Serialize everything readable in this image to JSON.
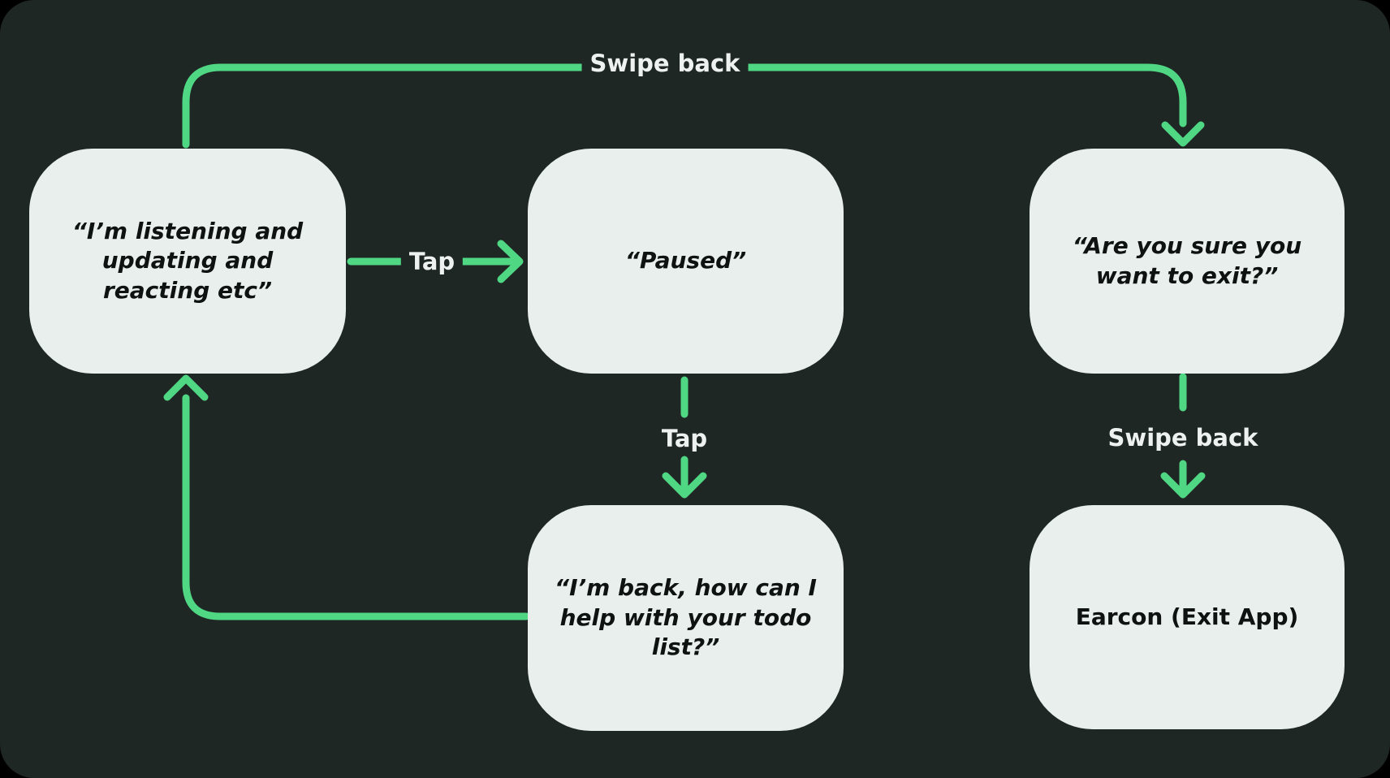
{
  "colors": {
    "bg": "#000000",
    "frame-bg": "#1f2725",
    "node-bg": "#e8efec",
    "accent": "#4fd784",
    "label-color": "#edf2f0",
    "node-text": "#0e1312"
  },
  "diagram": {
    "type": "state-flowchart",
    "nodes": [
      {
        "id": "listening",
        "label": "“I’m listening and updating and reacting etc”"
      },
      {
        "id": "paused",
        "label": "“Paused”"
      },
      {
        "id": "confirm-exit",
        "label": "“Are you sure you want to exit?”"
      },
      {
        "id": "resumed",
        "label": "“I’m back, how can I help with your todo list?”"
      },
      {
        "id": "earcon",
        "label": "Earcon (Exit App)"
      }
    ],
    "edges": [
      {
        "id": "swipe-back-loop",
        "from": "listening",
        "to": "confirm-exit",
        "label": "Swipe back"
      },
      {
        "id": "tap-pause",
        "from": "listening",
        "to": "paused",
        "label": "Tap"
      },
      {
        "id": "tap-resume",
        "from": "paused",
        "to": "resumed",
        "label": "Tap"
      },
      {
        "id": "swipe-back-exit",
        "from": "confirm-exit",
        "to": "earcon",
        "label": "Swipe back"
      },
      {
        "id": "return-loop",
        "from": "resumed",
        "to": "listening",
        "label": ""
      }
    ]
  }
}
